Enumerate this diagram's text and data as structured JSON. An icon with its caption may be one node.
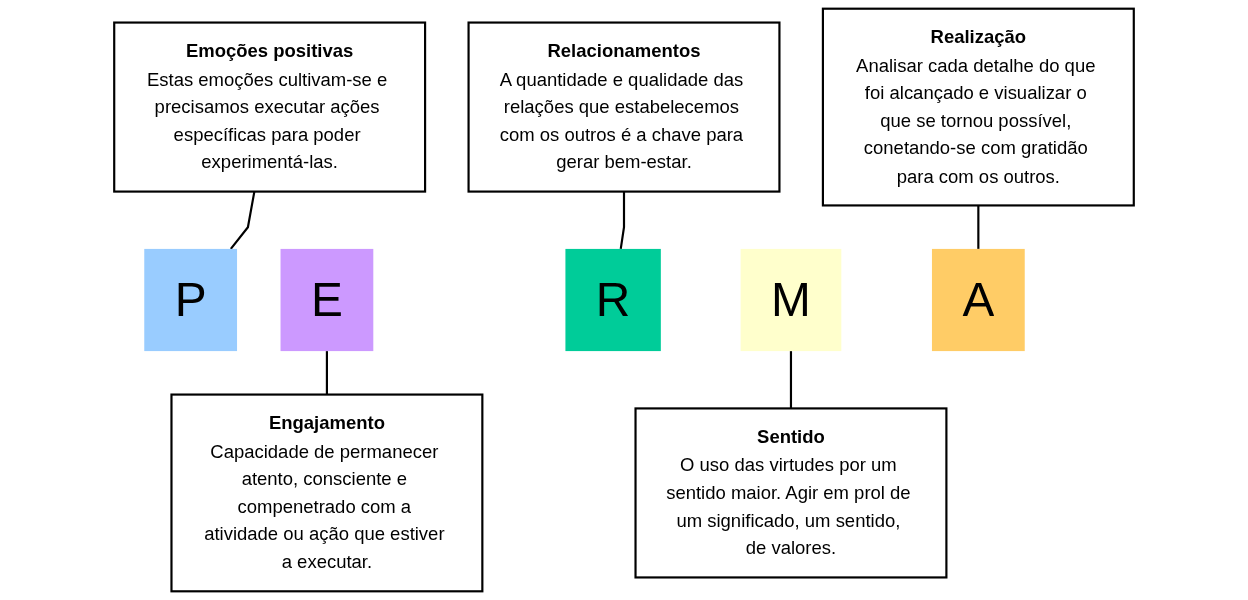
{
  "diagram": {
    "nodes": [
      {
        "text": [
          "Emoções positivas",
          "Estas emoções cultivam-se e precisamos executar ações específicas para poder experimentá-las."
        ]
      },
      {
        "text": [
          "Relacionamentos",
          "A quantidade e qualidade das relações que estabelecemos com os outros é a chave para gerar bem-estar."
        ]
      },
      {
        "text": [
          "Realização",
          "Analisar cada detalhe do que foi alcançado e visualizar o que se tornou possível, conetando-se com gratidão para com os outros."
        ]
      },
      {
        "text": [
          "P"
        ]
      },
      {
        "text": [
          "E"
        ]
      },
      {
        "text": [
          "R"
        ]
      },
      {
        "text": [
          "M"
        ]
      },
      {
        "text": [
          "A"
        ]
      },
      {
        "text": [
          "Engajamento",
          "Capacidade de permanecer atento, consciente e compenetrado com a atividade ou ação que estiver a executar."
        ]
      },
      {
        "text": [
          "Sentido",
          "O uso das virtudes por um sentido maior. Agir em prol de um significado, um sentido, de valores."
        ]
      }
    ],
    "edges": [
      {
        "from": 0,
        "to": 3,
        "arrow": "none"
      },
      {
        "from": 4,
        "to": 8,
        "arrow": "none"
      },
      {
        "from": 1,
        "to": 5,
        "arrow": "none"
      },
      {
        "from": 6,
        "to": 9,
        "arrow": "none"
      },
      {
        "from": 2,
        "to": 7,
        "arrow": "none"
      }
    ]
  }
}
